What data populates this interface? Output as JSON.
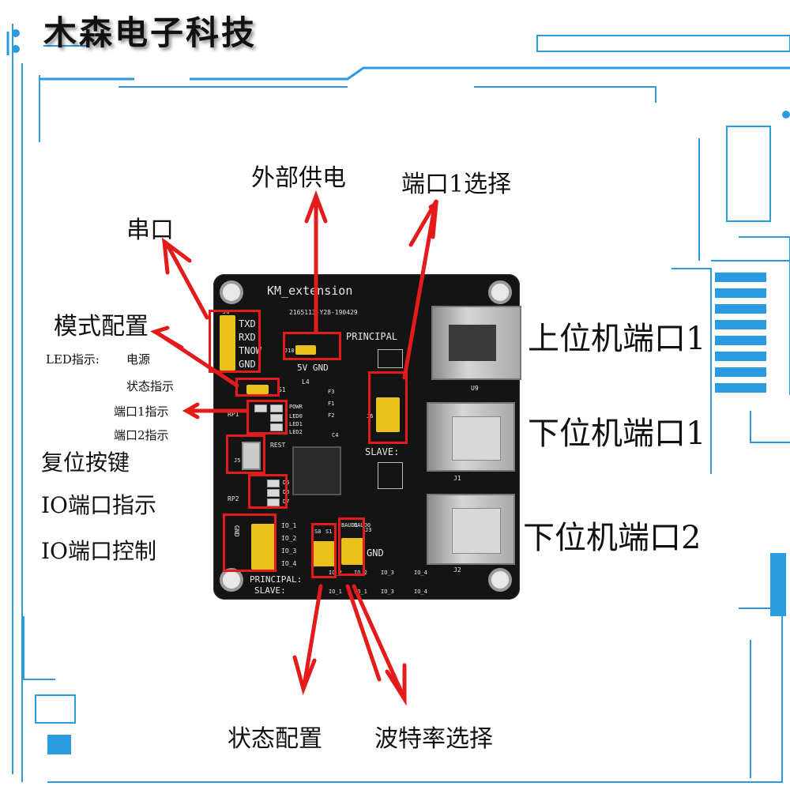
{
  "brand": "木森电子科技",
  "labels": {
    "external_power": "外部供电",
    "port1_select": "端口1选择",
    "serial": "串口",
    "mode_config": "模式配置",
    "led_indicator": "LED指示:",
    "power": "电源",
    "status_indicator": "状态指示",
    "port1_indicator": "端口1指示",
    "port2_indicator": "端口2指示",
    "reset_button": "复位按键",
    "io_port_indicator": "IO端口指示",
    "io_port_control": "IO端口控制",
    "status_config": "状态配置",
    "baud_select": "波特率选择",
    "host_port1": "上位机端口1",
    "slave_port1": "下位机端口1",
    "slave_port2": "下位机端口2"
  },
  "board": {
    "name": "KM_extension",
    "code": "2165113-Y28-190429",
    "principal_top": "PRINCIPAL",
    "slave_mid": "SLAVE:",
    "principal_bottom": "PRINCIPAL:",
    "slave_bottom": "SLAVE:",
    "serial_pins": [
      "TXD",
      "RXD",
      "TNOW",
      "GND"
    ],
    "j8": "J8",
    "j10": "J10",
    "power_pins": "5V GND",
    "io_pins": [
      "IO_1",
      "IO_2",
      "IO_3",
      "IO_4"
    ],
    "gnd_left": "GND",
    "gnd_right": "GND",
    "s0": "S0",
    "s1": "S1",
    "baud1": "BAUD1",
    "baud0": "BAUD0",
    "io_bottom": [
      "IO_1",
      "IO_2",
      "IO_3",
      "IO_4"
    ],
    "led_names": [
      "POWR",
      "LED0",
      "LED1",
      "LED2"
    ],
    "rest": "REST",
    "rp1": "RP1",
    "rp2": "RP2",
    "d_labels": [
      "D5",
      "D6",
      "D7"
    ],
    "u9": "U9",
    "j1": "J1",
    "j2": "J2",
    "j3": "J3",
    "j5": "J5",
    "j6": "J6",
    "l4": "L4",
    "c4": "C4",
    "f_labels": [
      "F3",
      "F1",
      "F2"
    ]
  },
  "colors": {
    "accent": "#e41b1b",
    "frame": "#2b9be0",
    "pin": "#e8c21a"
  }
}
